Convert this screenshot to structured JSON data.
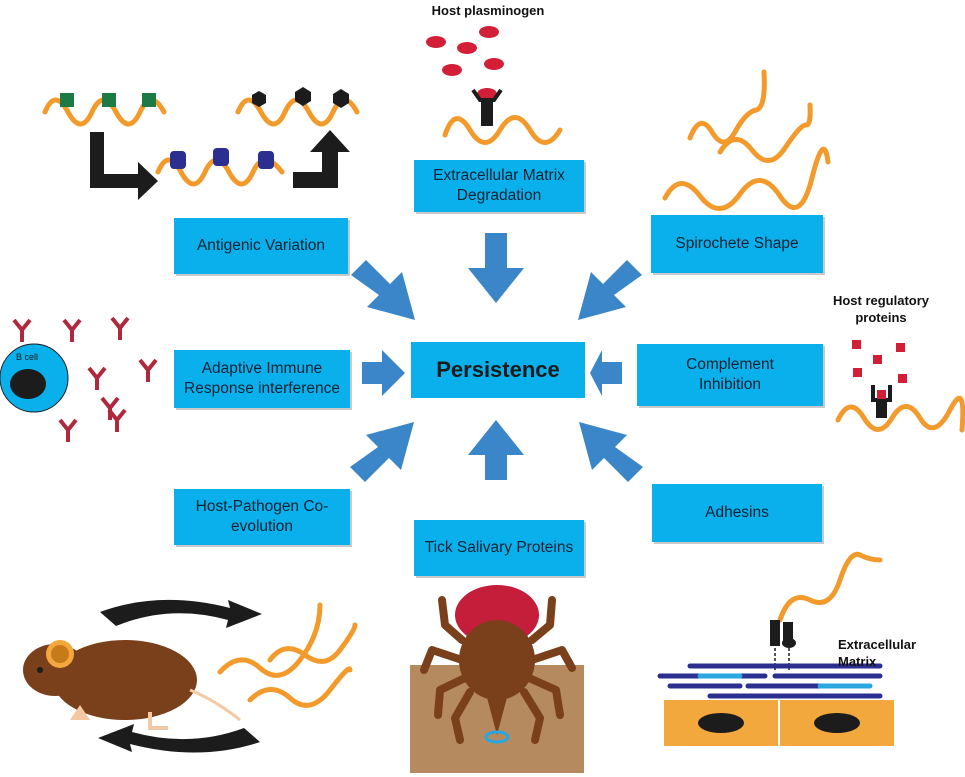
{
  "center": {
    "label": "Persistence"
  },
  "mechanisms": {
    "ecm_degradation": "Extracellular Matrix Degradation",
    "antigenic_variation": "Antigenic Variation",
    "spirochete_shape": "Spirochete Shape",
    "adaptive_immune": "Adaptive Immune Response interference",
    "complement_inhibition": "Complement Inhibition",
    "host_pathogen": "Host-Pathogen Co-evolution",
    "tick_salivary": "Tick Salivary Proteins",
    "adhesins": "Adhesins"
  },
  "labels": {
    "host_plasminogen": "Host plasminogen",
    "host_regulatory": "Host regulatory proteins",
    "extracellular_matrix": "Extracellular Matrix",
    "b_cell": "B cell"
  },
  "colors": {
    "box": "#0ab0ec",
    "arrow": "#3a86c8",
    "spirochete": "#f39a2c",
    "antibody": "#b0283c",
    "plasminogen": "#d21f37",
    "dark": "#1c1c1c"
  }
}
